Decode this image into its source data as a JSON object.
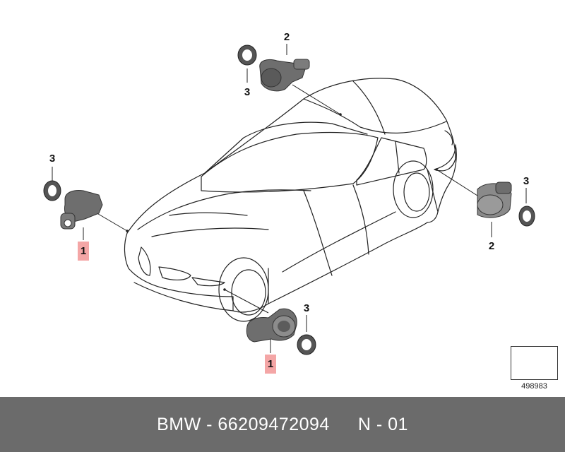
{
  "callouts": {
    "top_sensor": "2",
    "top_ring": "3",
    "left_ring": "3",
    "left_sensor": "1",
    "right_ring": "3",
    "right_sensor": "2",
    "bottom_ring": "3",
    "bottom_sensor": "1"
  },
  "reference_number": "498983",
  "footer": {
    "part_label": "BMW - 66209472094",
    "page_label": "N - 01"
  },
  "colors": {
    "highlight": "#f4a6a6",
    "footer_bg": "#6b6b6b",
    "footer_text": "#ffffff",
    "sensor_body": "#6e6e6e",
    "line": "#222222"
  }
}
